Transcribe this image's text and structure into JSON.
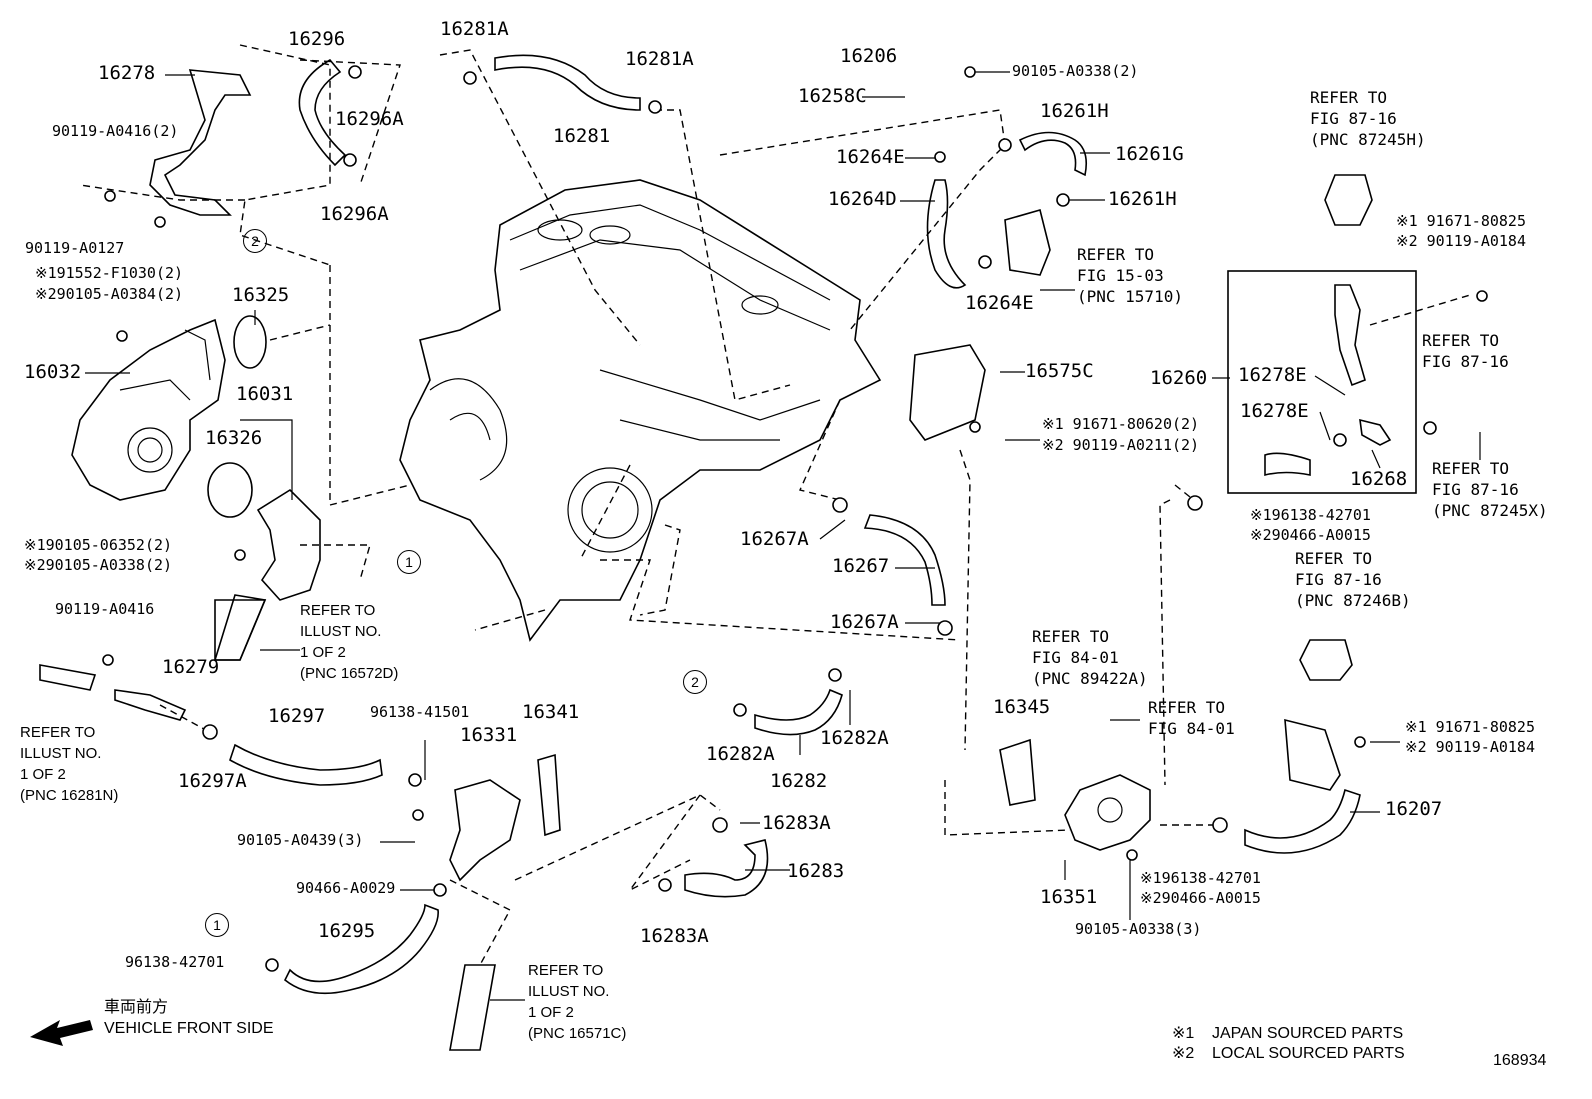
{
  "diagram": {
    "figure_number": "168934",
    "direction": {
      "japanese": "車両前方",
      "english": "VEHICLE FRONT SIDE"
    },
    "legend": [
      {
        "mark": "※1",
        "text": "JAPAN SOURCED PARTS"
      },
      {
        "mark": "※2",
        "text": "LOCAL SOURCED PARTS"
      }
    ],
    "parts": {
      "p16278": "16278",
      "p16296": "16296",
      "p16296A_top": "16296A",
      "p16296A_bot": "16296A",
      "p16281A_top": "16281A",
      "p16281A_right": "16281A",
      "p16281": "16281",
      "p16206": "16206",
      "b90105A0338_2_top": "90105-A0338(2)",
      "p16258C": "16258C",
      "p16261H_top": "16261H",
      "p16264E_top": "16264E",
      "p16261G": "16261G",
      "p16264D": "16264D",
      "p16261H_mid": "16261H",
      "p16264E_bot": "16264E",
      "b90119A0416_2": "90119-A0416(2)",
      "b90119A0127": "90119-A0127",
      "b91552F1030": "※191552-F1030(2)",
      "b90105A0384": "※290105-A0384(2)",
      "p16325": "16325",
      "p16032": "16032",
      "p16031": "16031",
      "p16326": "16326",
      "b90105_06352": "※190105-06352(2)",
      "b90105A0338_2_left": "※290105-A0338(2)",
      "b90119A0416": "90119-A0416",
      "p16279": "16279",
      "p16297": "16297",
      "p16297A": "16297A",
      "b96138_41501": "96138-41501",
      "p16341": "16341",
      "p16331": "16331",
      "b90105A0439": "90105-A0439(3)",
      "b90466A0029": "90466-A0029",
      "p16295": "16295",
      "b96138_42701_left": "96138-42701",
      "p16575C": "16575C",
      "b91671_80620": "※1 91671-80620(2)",
      "b90119A0211": "※2 90119-A0211(2)",
      "p16267A_top": "16267A",
      "p16267": "16267",
      "p16267A_bot": "16267A",
      "p16282A_left": "16282A",
      "p16282A_right": "16282A",
      "p16282": "16282",
      "p16283A_top": "16283A",
      "p16283": "16283",
      "p16283A_bot": "16283A",
      "p16260": "16260",
      "p16278E_top": "16278E",
      "p16278E_bot": "16278E",
      "p16268": "16268",
      "b91671_80825_top": "※1 91671-80825",
      "b90119A0184_top": "※2 90119-A0184",
      "b96138_42701_right": "※196138-42701",
      "b90466A0015_right": "※290466-A0015",
      "p16345": "16345",
      "p16351": "16351",
      "b96138_42701_bot": "※196138-42701",
      "b90466A0015_bot": "※290466-A0015",
      "b90105A0338_3": "90105-A0338(3)",
      "b91671_80825_bot": "※1 91671-80825",
      "b90119A0184_bot": "※2 90119-A0184",
      "p16207": "16207"
    },
    "references": {
      "r_fig8716_h": "REFER TO\nFIG 87-16\n(PNC 87245H)",
      "r_fig1503": "REFER TO\nFIG 15-03\n(PNC 15710)",
      "r_fig8716_a": "REFER TO\nFIG 87-16",
      "r_fig8716_x": "REFER TO\nFIG 87-16\n(PNC 87245X)",
      "r_fig8716_b": "REFER TO\nFIG 87-16\n(PNC 87246B)",
      "r_fig8401_a": "REFER TO\nFIG 84-01\n(PNC 89422A)",
      "r_fig8401_b": "REFER TO\nFIG 84-01",
      "r_illust_16572D": "REFER TO\nILLUST NO.\n1 OF 2\n(PNC 16572D)",
      "r_illust_16281N": "REFER TO\nILLUST NO.\n1 OF 2\n(PNC 16281N)",
      "r_illust_16571C": "REFER TO\nILLUST NO.\n1 OF 2\n(PNC 16571C)"
    },
    "circles": {
      "c1": "1",
      "c2": "2"
    }
  }
}
